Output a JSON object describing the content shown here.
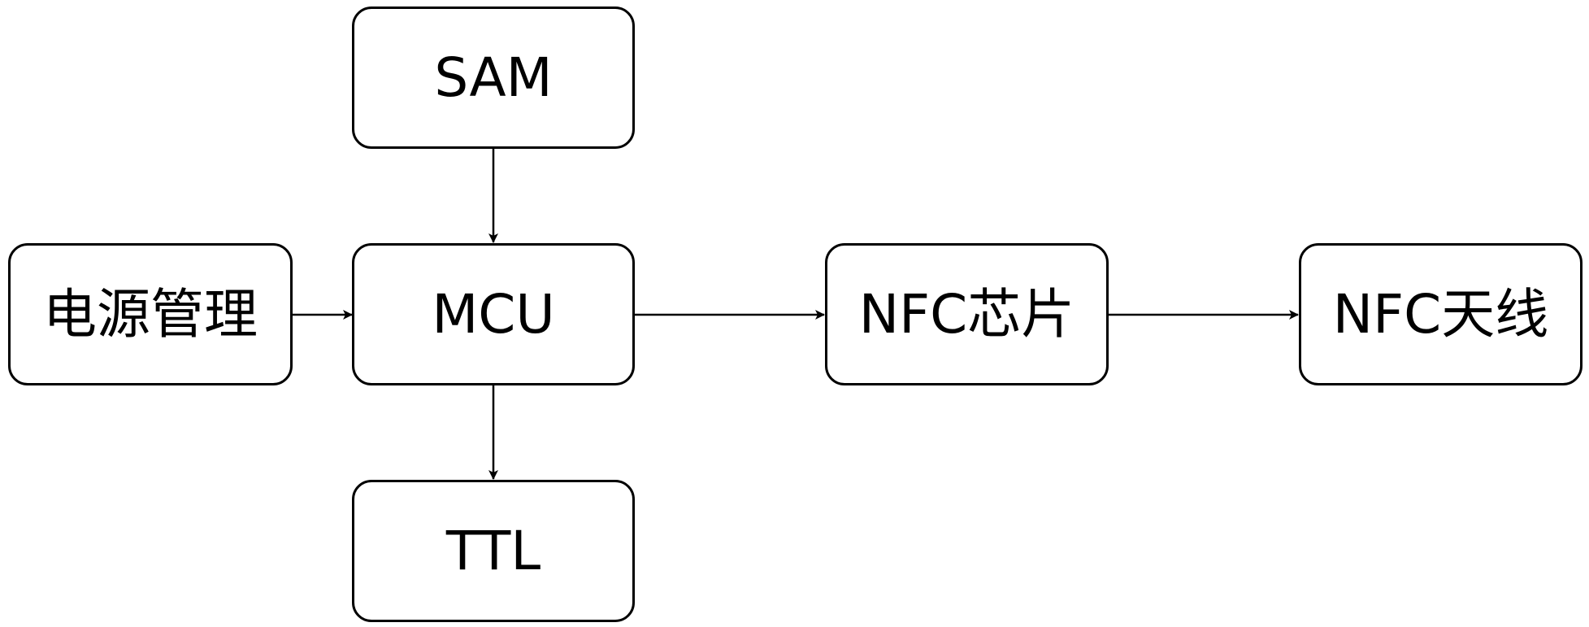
{
  "diagram": {
    "nodes": {
      "sam": "SAM",
      "power": "电源管理",
      "mcu": "MCU",
      "nfc_chip": "NFC芯片",
      "nfc_antenna": "NFC天线",
      "ttl": "TTL"
    },
    "edges": [
      {
        "from": "sam",
        "to": "mcu"
      },
      {
        "from": "power",
        "to": "mcu"
      },
      {
        "from": "mcu",
        "to": "nfc_chip"
      },
      {
        "from": "nfc_chip",
        "to": "nfc_antenna"
      },
      {
        "from": "mcu",
        "to": "ttl"
      }
    ],
    "colors": {
      "stroke": "#000000",
      "fill": "#ffffff",
      "text": "#000000"
    }
  }
}
